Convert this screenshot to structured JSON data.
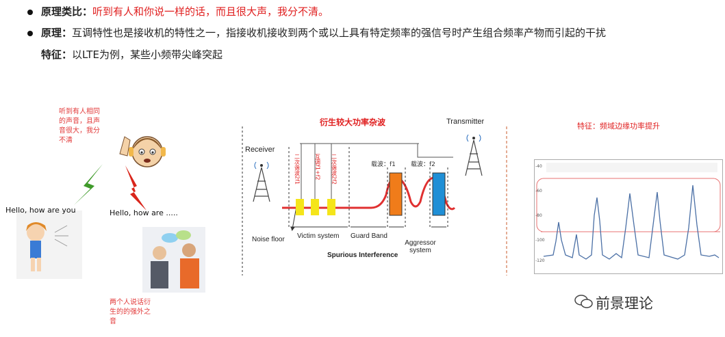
{
  "bullets": [
    {
      "label": "原理类比：",
      "text": "听到有人和你说一样的话，而且很大声，我分不清。",
      "text_color": "#e02020"
    },
    {
      "label": "原理：",
      "text": "互调特性也是接收机的特性之一，指接收机接收到两个或以上具有特定频率的强信号时产生组合频率产物而引起的干扰"
    },
    {
      "label": "特征：",
      "text": "以LTE为例，某些小频带尖峰突起"
    }
  ],
  "analogy": {
    "note_top": [
      "听到有人相同",
      "的声音，且声",
      "音很大，我分",
      "不清"
    ],
    "speech_left": "Hello, how are you",
    "speech_right": "Hello, how are .....",
    "note_bottom": [
      "两个人说话衍",
      "生的的强外之",
      "音"
    ]
  },
  "diagram": {
    "title": "衍生较大功率杂波",
    "receiver": "Receiver",
    "transmitter": "Transmitter",
    "noise_floor": "Noise floor",
    "victim_system": "Victim system",
    "guard_band": "Guard Band",
    "aggressor_system": "Aggressor system",
    "caption": "Spurious Interference",
    "carrier1": "载波：f1",
    "carrier2": "载波：f2",
    "products": [
      "二次谐波2f1",
      "互调f1+f2",
      "二次谐波2f2"
    ]
  },
  "spectrum": {
    "title": "特征：频域边缘功率提升",
    "y_ticks": [
      "-40",
      "-60",
      "-80",
      "-100",
      "-120"
    ]
  },
  "watermark": "前景理论",
  "colors": {
    "accent_red": "#e02020",
    "carrier_orange": "#f07c1a",
    "carrier_blue": "#1f8fd6",
    "products_yellow": "#f5e51a"
  }
}
